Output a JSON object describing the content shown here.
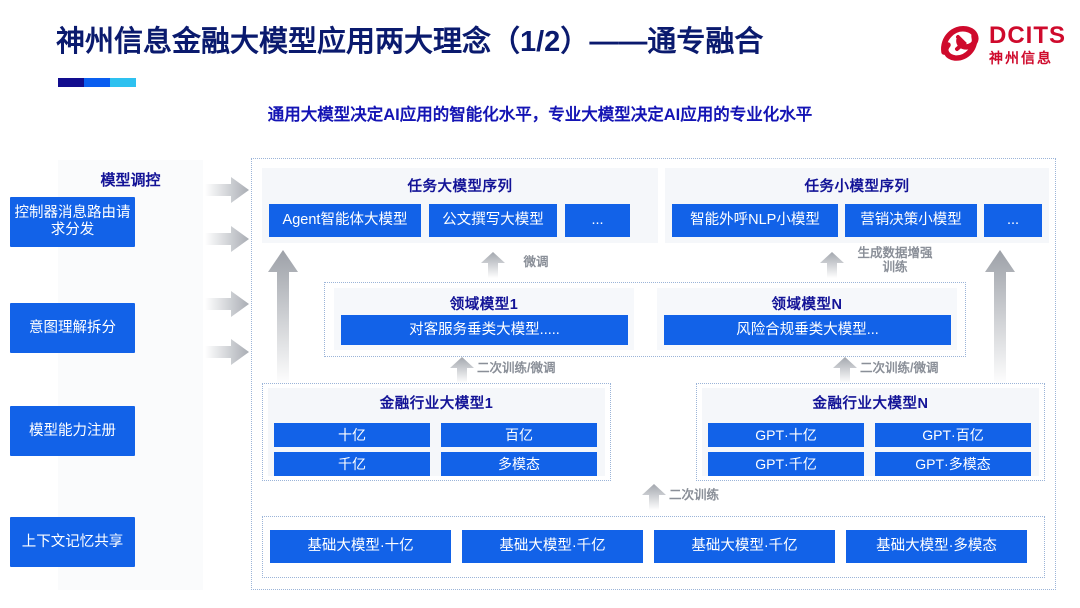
{
  "header": {
    "title": "神州信息金融大模型应用两大理念（1/2）——通专融合",
    "subtitle": "通用大模型决定AI应用的智能化水平，专业大模型决定AI应用的专业化水平",
    "logo": {
      "en": "DCITS",
      "cn": "神州信息",
      "mark": "swirl-logo-icon",
      "color": "#cf0a2c"
    },
    "accent_bar": [
      "#120d8e",
      "#0a5ef0",
      "#2ec1f0"
    ]
  },
  "sidebar": {
    "heading": "模型调控",
    "items": [
      {
        "label": "控制器消息路由请求分发"
      },
      {
        "label": "意图理解拆分"
      },
      {
        "label": "模型能力注册"
      },
      {
        "label": "上下文记忆共享"
      }
    ]
  },
  "task_big": {
    "title": "任务大模型序列",
    "items": [
      "Agent智能体大模型",
      "公文撰写大模型",
      "..."
    ]
  },
  "task_small": {
    "title": "任务小模型序列",
    "items": [
      "智能外呼NLP小模型",
      "营销决策小模型",
      "..."
    ]
  },
  "domain_models": [
    {
      "title": "领域模型1",
      "item": "对客服务垂类大模型....."
    },
    {
      "title": "领域模型N",
      "item": "风险合规垂类大模型..."
    }
  ],
  "industry_models": [
    {
      "title": "金融行业大模型1",
      "items": [
        "十亿",
        "百亿",
        "千亿",
        "多模态"
      ]
    },
    {
      "title": "金融行业大模型N",
      "items": [
        "GPT·十亿",
        "GPT·百亿",
        "GPT·千亿",
        "GPT·多模态"
      ]
    }
  ],
  "base_models": {
    "items": [
      "基础大模型·十亿",
      "基础大模型·千亿",
      "基础大模型·千亿",
      "基础大模型·多模态"
    ]
  },
  "arrow_labels": {
    "finetune": "微调",
    "data_aug": "生成数据增强\n训练",
    "retrain_finetune_left": "二次训练/微调",
    "retrain_finetune_right": "二次训练/微调",
    "retrain": "二次训练"
  },
  "colors": {
    "blue_box": "#1262e8",
    "title_navy": "#0a1a6e",
    "subtitle_blue": "#1414b4",
    "panel_bg": "#f5f7fa",
    "dash_border": "#9bb4d8",
    "arrow_gray": "#b9bcc2"
  }
}
